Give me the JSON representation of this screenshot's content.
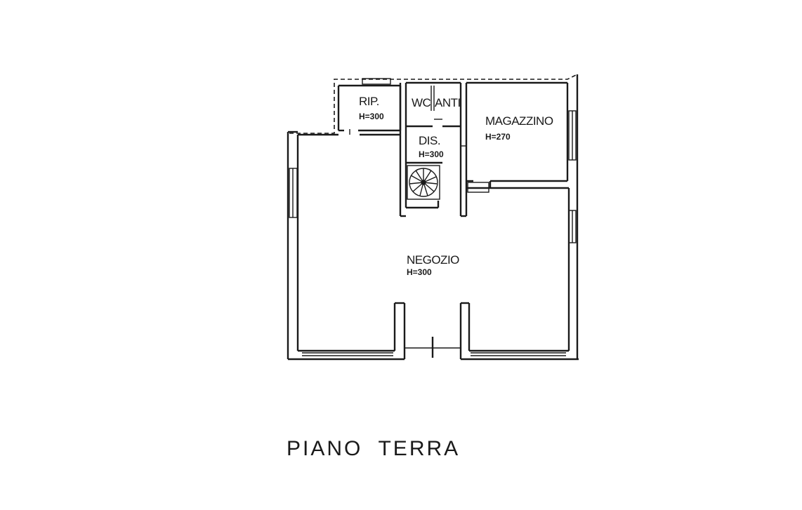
{
  "plan": {
    "title": "PIANO  TERRA",
    "rooms": {
      "rip": {
        "name": "RIP.",
        "height": "H=300"
      },
      "wc": {
        "name": "WC"
      },
      "anti": {
        "name": "ANTI"
      },
      "magazzino": {
        "name": "MAGAZZINO",
        "height": "H=270"
      },
      "dis": {
        "name": "DIS.",
        "height": "H=300"
      },
      "negozio": {
        "name": "NEGOZIO",
        "height": "H=300"
      }
    }
  }
}
